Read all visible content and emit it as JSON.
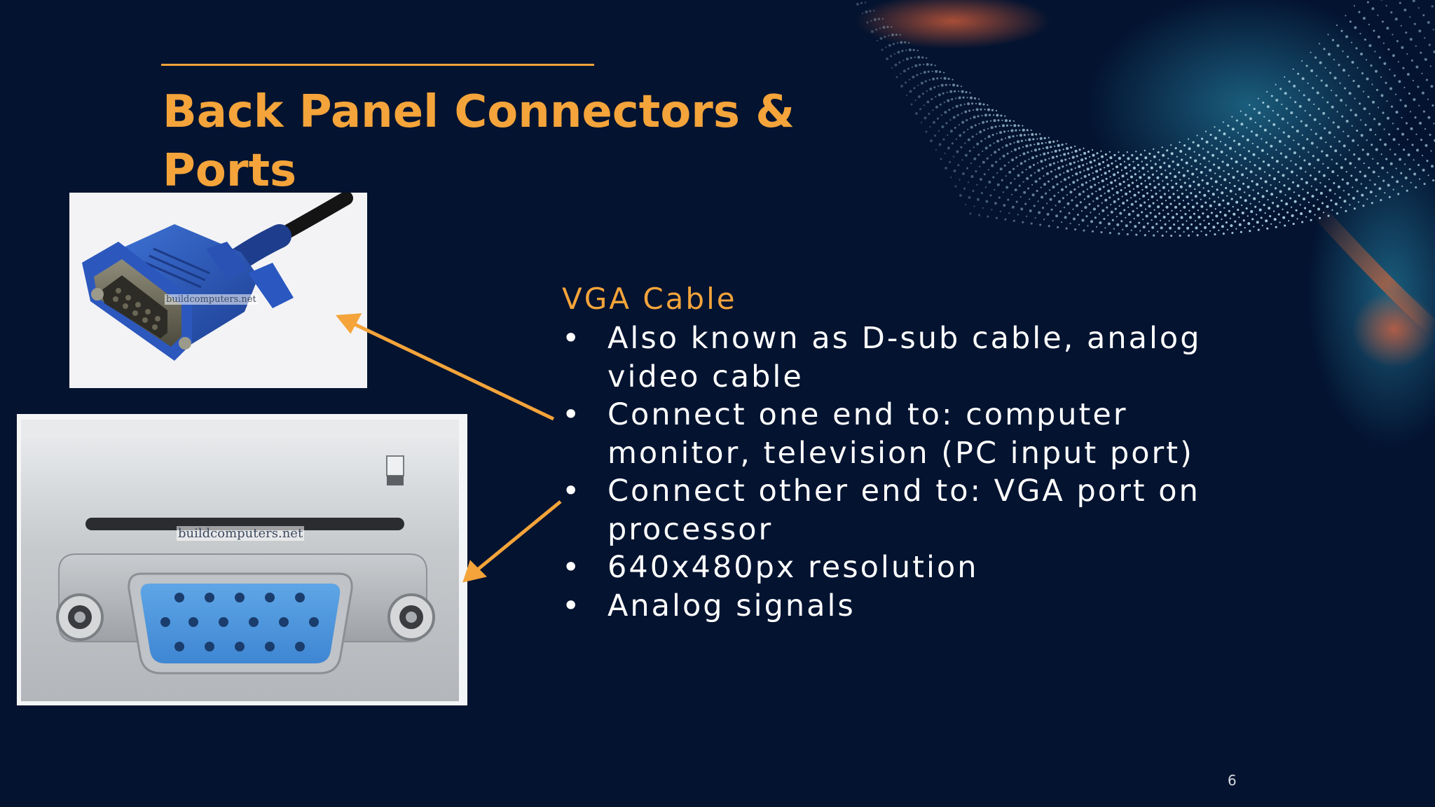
{
  "slide": {
    "title": "Back Panel Connectors & Ports",
    "number": "6"
  },
  "content": {
    "heading": "VGA Cable",
    "bullets": [
      "Also known as D-sub cable, analog video cable",
      "Connect one end to: computer monitor, television (PC input port)",
      "Connect other end to: VGA port on processor",
      "640x480px resolution",
      "Analog signals"
    ]
  },
  "images": {
    "cable": {
      "watermark": "buildcomputers.net",
      "icon": "vga-cable-photo"
    },
    "port": {
      "watermark": "buildcomputers.net",
      "icon": "vga-port-photo"
    }
  },
  "colors": {
    "background": "#031330",
    "accent": "#f4a43a",
    "text": "#ffffff",
    "vga_blue": "#2f63c6"
  }
}
